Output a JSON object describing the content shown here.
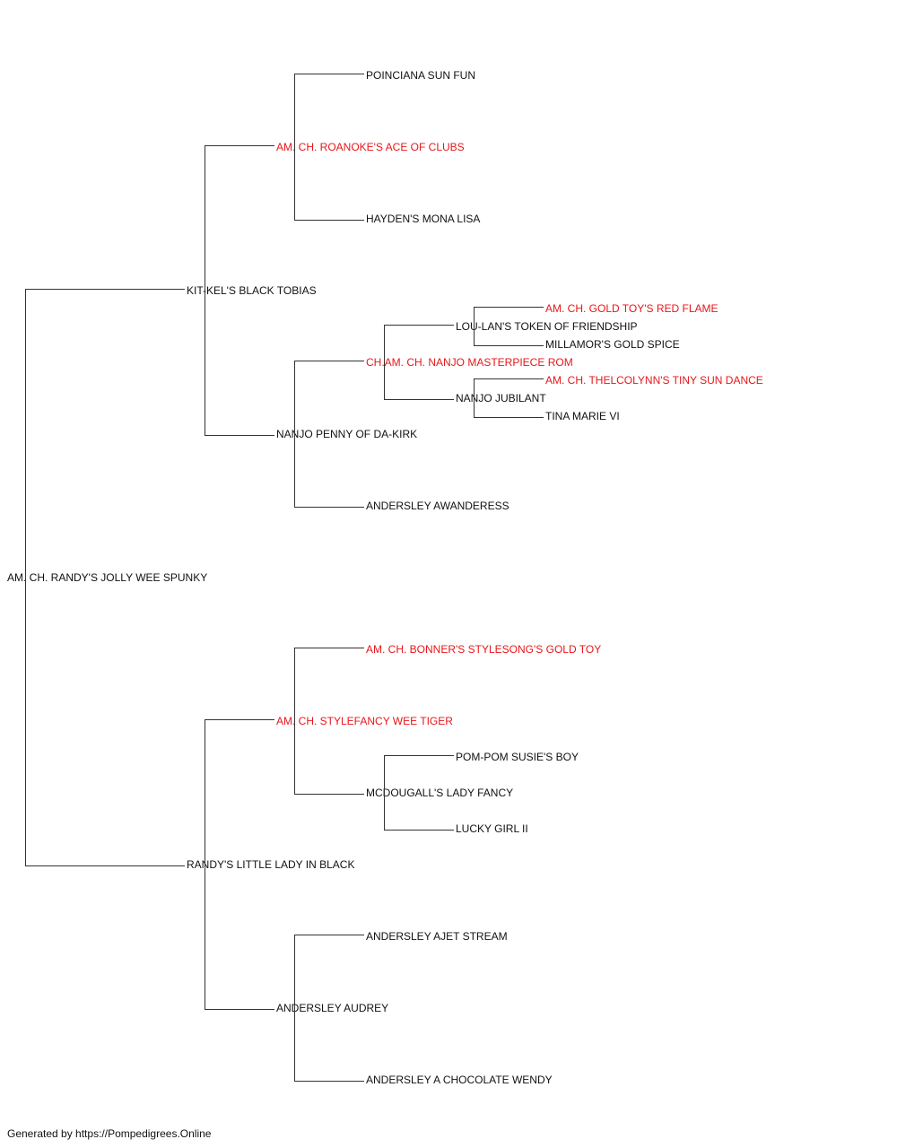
{
  "colors": {
    "champion": "#e8161a",
    "normal": "#111111",
    "line": "#333333"
  },
  "pedigree": {
    "subject": {
      "name": "AM. CH. RANDY'S JOLLY WEE SPUNKY",
      "champion": false
    },
    "sire": {
      "name": "KIT-KEL'S BLACK TOBIAS",
      "champion": false,
      "sire": {
        "name": "AM. CH. ROANOKE'S ACE OF CLUBS",
        "champion": true,
        "sire": {
          "name": "POINCIANA SUN FUN",
          "champion": false
        },
        "dam": {
          "name": "HAYDEN'S MONA LISA",
          "champion": false
        }
      },
      "dam": {
        "name": "NANJO PENNY OF DA-KIRK",
        "champion": false,
        "sire": {
          "name": "CH.AM. CH. NANJO MASTERPIECE ROM",
          "champion": true,
          "sire": {
            "name": "LOU-LAN'S TOKEN OF FRIENDSHIP",
            "champion": false,
            "sire": {
              "name": "AM. CH. GOLD TOY'S RED FLAME",
              "champion": true
            },
            "dam": {
              "name": "MILLAMOR'S GOLD SPICE",
              "champion": false
            }
          },
          "dam": {
            "name": "NANJO JUBILANT",
            "champion": false,
            "sire": {
              "name": "AM. CH. THELCOLYNN'S TINY SUN DANCE",
              "champion": true
            },
            "dam": {
              "name": "TINA MARIE VI",
              "champion": false
            }
          }
        },
        "dam": {
          "name": "ANDERSLEY AWANDERESS",
          "champion": false
        }
      }
    },
    "dam": {
      "name": "RANDY'S LITTLE LADY IN BLACK",
      "champion": false,
      "sire": {
        "name": "AM. CH. STYLEFANCY WEE TIGER",
        "champion": true,
        "sire": {
          "name": "AM. CH. BONNER'S STYLESONG'S GOLD TOY",
          "champion": true
        },
        "dam": {
          "name": "MCDOUGALL'S LADY FANCY",
          "champion": false,
          "sire": {
            "name": "POM-POM SUSIE'S BOY",
            "champion": false
          },
          "dam": {
            "name": "LUCKY GIRL II",
            "champion": false
          }
        }
      },
      "dam": {
        "name": "ANDERSLEY AUDREY",
        "champion": false,
        "sire": {
          "name": "ANDERSLEY AJET STREAM",
          "champion": false
        },
        "dam": {
          "name": "ANDERSLEY A CHOCOLATE WENDY",
          "champion": false
        }
      }
    }
  },
  "footer": {
    "text": "Generated by https://Pompedigrees.Online"
  }
}
